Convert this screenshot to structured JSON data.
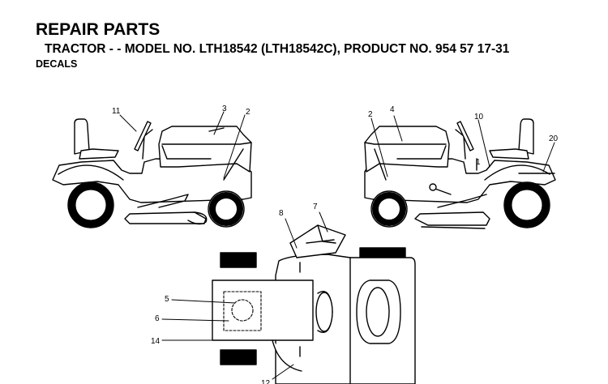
{
  "header": {
    "title": "REPAIR PARTS",
    "subtitle": "TRACTOR - - MODEL NO. LTH18542 (LTH18542C), PRODUCT NO. 954 57 17-31",
    "section": "DECALS"
  },
  "callouts": {
    "left_view": [
      "11",
      "3",
      "2"
    ],
    "right_view": [
      "2",
      "4",
      "10",
      "20",
      "1"
    ],
    "top_view": [
      "8",
      "7",
      "5",
      "6",
      "14",
      "12"
    ]
  }
}
